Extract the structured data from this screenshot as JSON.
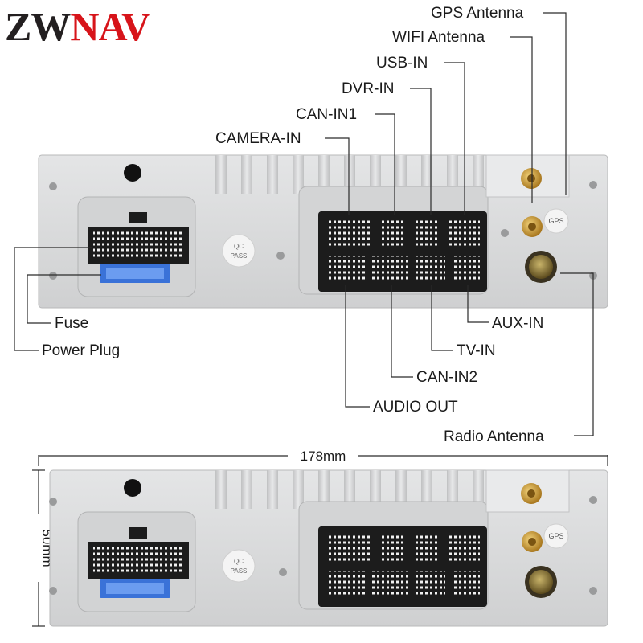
{
  "brand": {
    "logo_part1": "ZW",
    "logo_part2": "NAV",
    "color_dark": "#231f20",
    "color_red": "#d7141a"
  },
  "ports_top": [
    {
      "id": "gps",
      "label": "GPS Antenna"
    },
    {
      "id": "wifi",
      "label": "WIFI Antenna"
    },
    {
      "id": "usb",
      "label": "USB-IN"
    },
    {
      "id": "dvr",
      "label": "DVR-IN"
    },
    {
      "id": "can1",
      "label": "CAN-IN1"
    },
    {
      "id": "camera",
      "label": "CAMERA-IN"
    }
  ],
  "ports_left": [
    {
      "id": "fuse",
      "label": "Fuse"
    },
    {
      "id": "power",
      "label": "Power Plug"
    }
  ],
  "ports_bottom": [
    {
      "id": "aux",
      "label": "AUX-IN"
    },
    {
      "id": "tv",
      "label": "TV-IN"
    },
    {
      "id": "can2",
      "label": "CAN-IN2"
    },
    {
      "id": "audio",
      "label": "AUDIO OUT"
    },
    {
      "id": "radio",
      "label": "Radio Antenna"
    }
  ],
  "dimensions": {
    "width": "178mm",
    "height": "50mm"
  },
  "stickers": {
    "qc_line1": "QC",
    "qc_line2": "PASS",
    "gps_text": "GPS"
  },
  "colors": {
    "panel": "#d9dadb",
    "connector": "#1c1c1c",
    "fuse_blue": "#3a72d8",
    "antenna_gold": "#c79a3a"
  }
}
